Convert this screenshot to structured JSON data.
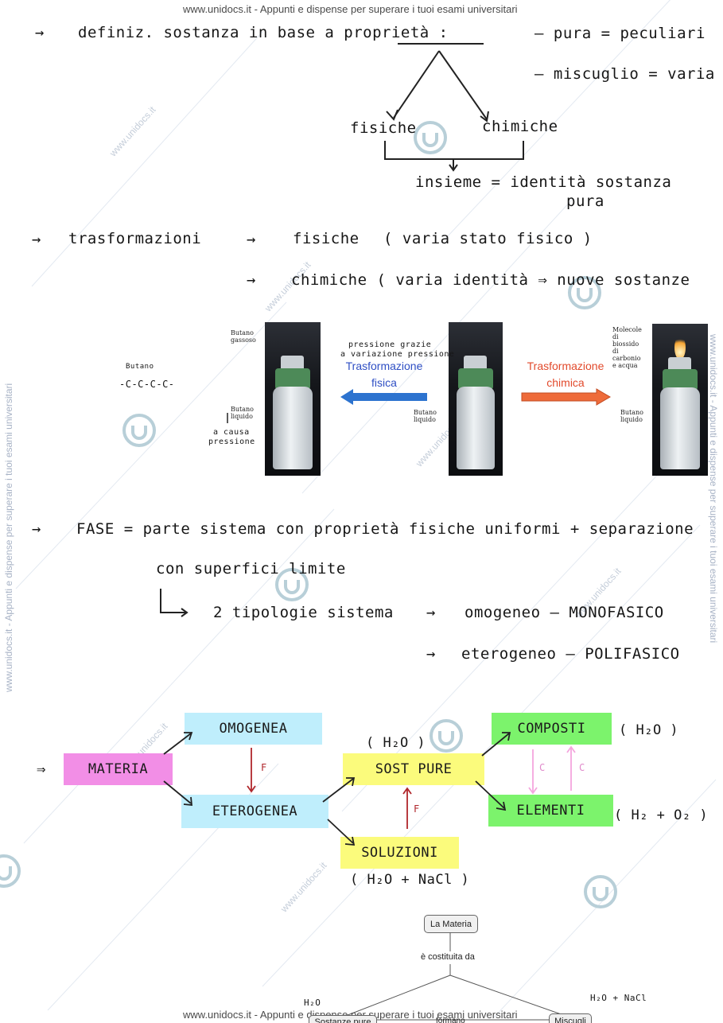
{
  "watermark": {
    "header": "www.unidocs.it - Appunti e dispense per superare i tuoi esami universitari",
    "footer": "www.unidocs.it - Appunti e dispense per superare i tuoi esami universitari",
    "side": "www.unidocs.it - Appunti e dispense per superare i tuoi esami universitari",
    "diagonal": "www.unidocs.it"
  },
  "notes": {
    "line1_prefix": "→",
    "line1": "definiz. sostanza in base a proprietà :",
    "line1_r1": "– pura = peculiari",
    "line1_r2": "– miscuglio = varia",
    "fisiche": "fisiche",
    "chimiche": "chimiche",
    "insieme": "insieme = identità sostanza",
    "insieme_2": "pura",
    "trasf_prefix": "→",
    "trasf": "trasformazioni",
    "trasf_arrow1": "→",
    "trasf_fis": "fisiche",
    "trasf_fis_note": "( varia stato fisico )",
    "trasf_arrow2": "→",
    "trasf_chim": "chimiche ( varia identità ⇒ nuove sostanze",
    "fase_prefix": "→",
    "fase": "FASE = parte sistema con proprietà fisiche uniformi + separazione",
    "fase_2": "con superfici limite",
    "tipologie_arrow": "→",
    "tipologie": "2 tipologie sistema",
    "omog_arrow": "→",
    "omog": "omogeneo – MONOFASICO",
    "eterog_arrow": "→",
    "eterog": "eterogeneo – POLIFASICO"
  },
  "figure": {
    "butano_label": "Butano",
    "butano_formula": "-C-C-C-C-",
    "hand_note_left_1": "a causa",
    "hand_note_left_2": "pressione",
    "hand_note_top_1": "pressione grazie",
    "hand_note_top_2": "a variazione pressione",
    "butano_gassoso": "Butano gassoso",
    "butano_liquido_1": "Butano liquido",
    "butano_liquido_2": "Butano liquido",
    "butano_liquido_3": "Butano liquido",
    "molecole": "Molecole di biossido di carbonio e acqua",
    "trasf_fisica": "Trasformazione fisica",
    "trasf_chimica": "Trasformazione chimica",
    "colors": {
      "fisica": "#2f4fc4",
      "chimica": "#e24a2c"
    }
  },
  "diagram": {
    "prefix": "⇒",
    "materia": "MATERIA",
    "omogenea": "OMOGENEA",
    "eterogenea": "ETEROGENEA",
    "sost_pure": "SOST PURE",
    "soluzioni": "SOLUZIONI",
    "composti": "COMPOSTI",
    "elementi": "ELEMENTI",
    "f1": "F",
    "f2": "F",
    "c1": "C",
    "c2": "C",
    "h2o_1": "( H₂O )",
    "h2o_2": "( H₂O )",
    "h2_o2": "( H₂ + O₂ )",
    "h2o_nacl": "( H₂O + NaCl )"
  },
  "concept_map": {
    "root": "La Materia",
    "link": "è costituita da",
    "left": "Sostanze pure",
    "right": "Miscugli",
    "middle": "formano",
    "h2o": "H₂O",
    "h2o_nacl": "H₂O + NaCl"
  }
}
